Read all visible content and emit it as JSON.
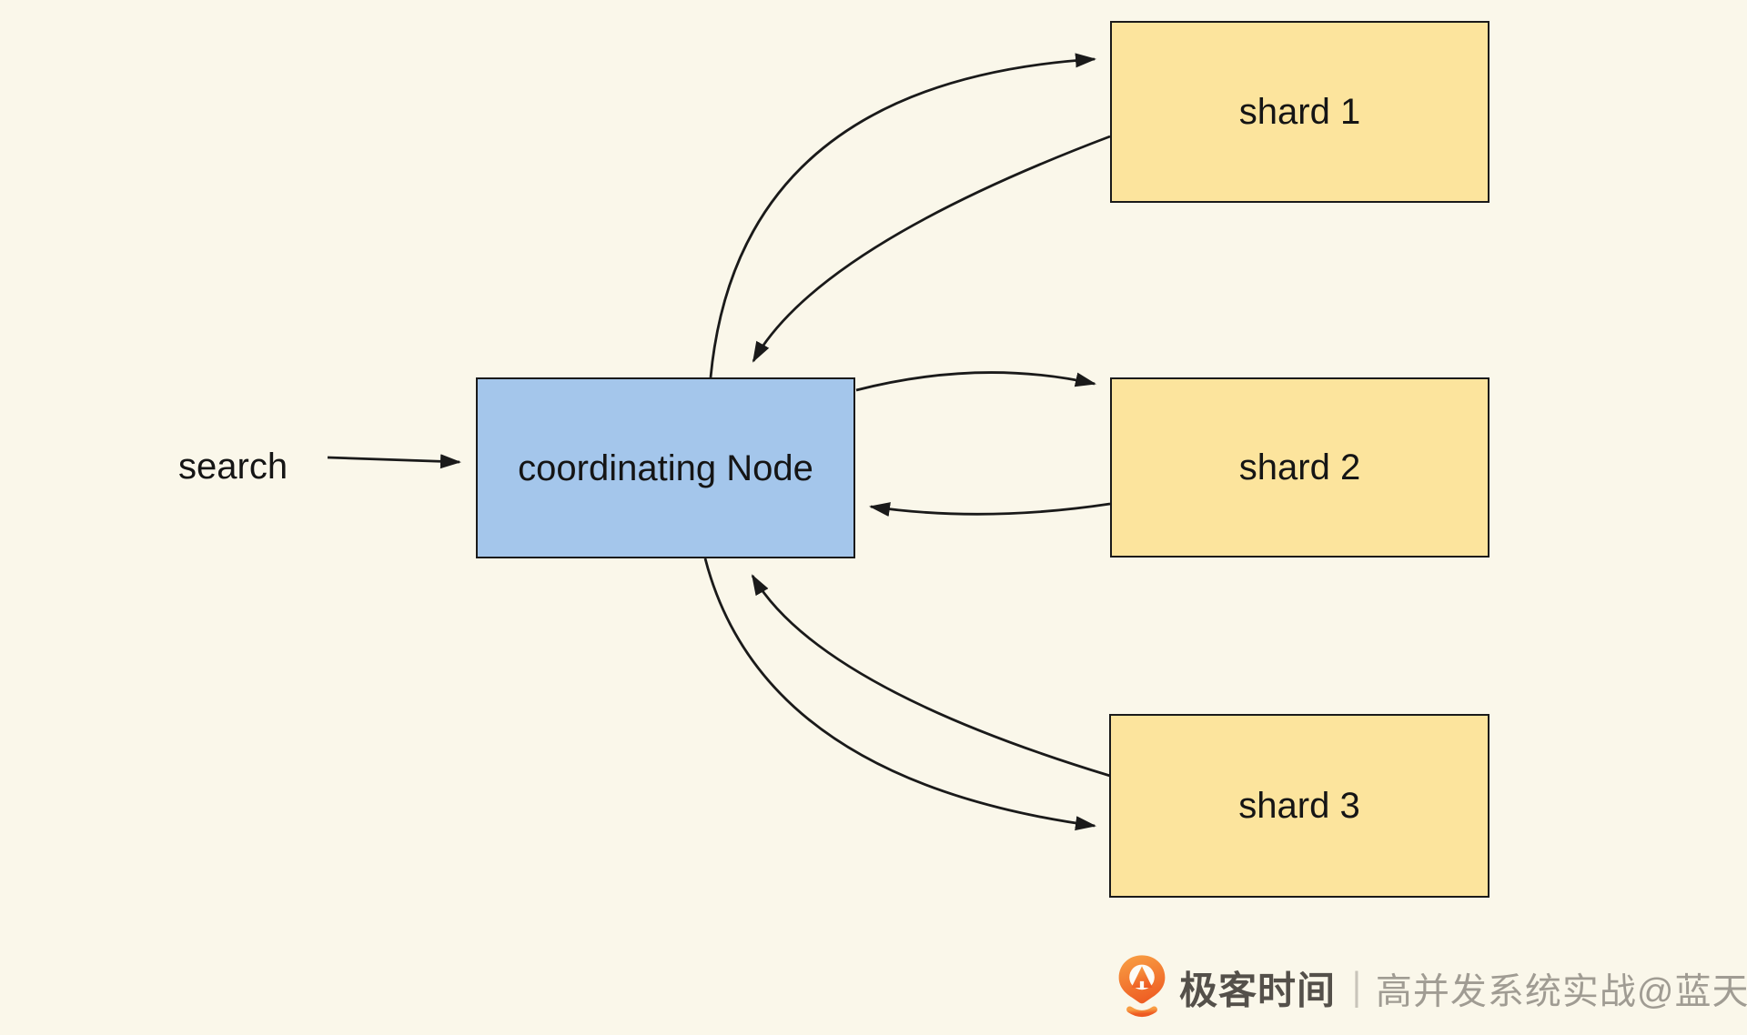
{
  "diagram": {
    "background_color": "#FAF7EA",
    "line_color": "#1A1A1A",
    "text_color": "#151515",
    "search_label": "search",
    "nodes": {
      "coordinating": {
        "label": "coordinating Node",
        "fill": "#A4C6EB",
        "border": "#1A1A1A"
      },
      "shard1": {
        "label": "shard 1",
        "fill": "#FCE49D",
        "border": "#1A1A1A"
      },
      "shard2": {
        "label": "shard 2",
        "fill": "#FCE49D",
        "border": "#1A1A1A"
      },
      "shard3": {
        "label": "shard 3",
        "fill": "#FCE49D",
        "border": "#1A1A1A"
      }
    },
    "edges": [
      {
        "from": "search",
        "to": "coordinating Node"
      },
      {
        "from": "coordinating Node",
        "to": "shard 1"
      },
      {
        "from": "shard 1",
        "to": "coordinating Node"
      },
      {
        "from": "coordinating Node",
        "to": "shard 2"
      },
      {
        "from": "shard 2",
        "to": "coordinating Node"
      },
      {
        "from": "coordinating Node",
        "to": "shard 3"
      },
      {
        "from": "shard 3",
        "to": "coordinating Node"
      }
    ]
  },
  "watermark": {
    "logo": "geektime-pin-logo",
    "logo_color_top": "#F89C42",
    "logo_color_bottom": "#EE5B22",
    "brand": "极客时间",
    "separator": "|",
    "credit": "高并发系统实战@蓝天",
    "brand_color": "#54504A",
    "separator_color": "#C9C5BA",
    "credit_color": "#A09C93"
  }
}
